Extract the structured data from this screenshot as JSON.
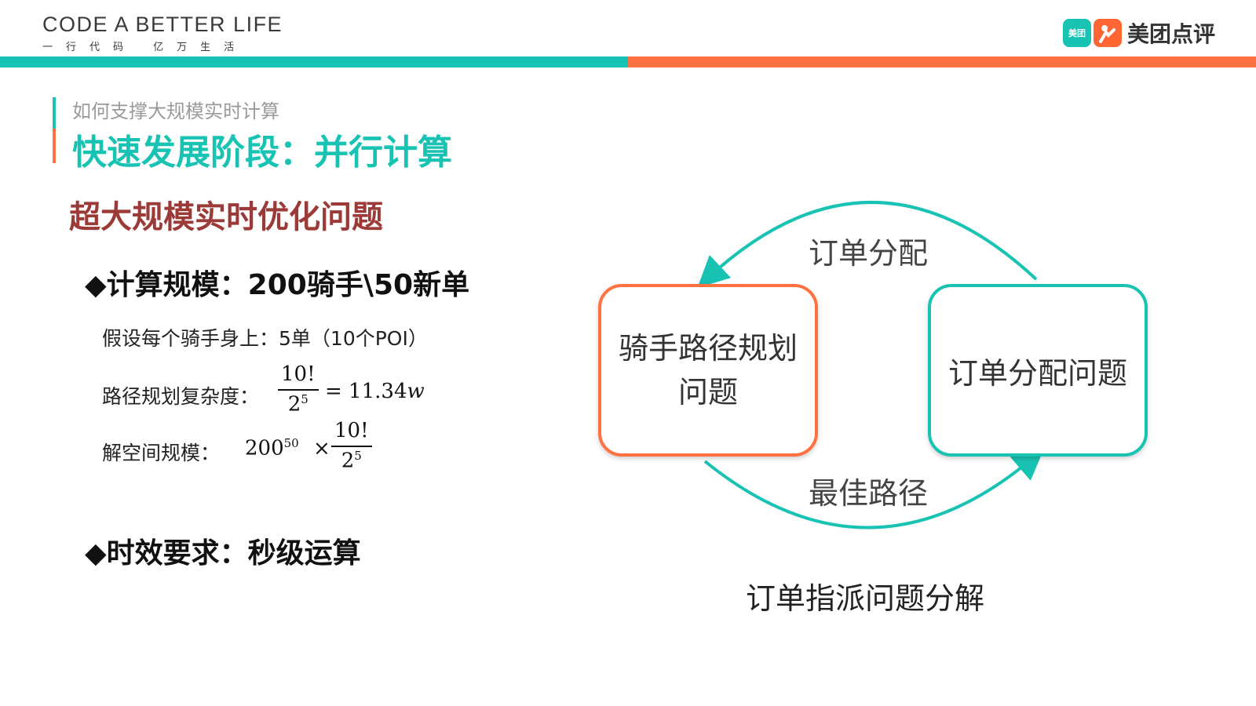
{
  "header": {
    "brand": "CODE A BETTER LIFE",
    "brand_sub": "一行代码 亿万生活",
    "logo_meituan": "美团",
    "logo_text": "美团点评",
    "colors": {
      "teal": "#19c3b3",
      "orange": "#ff7140",
      "heading_red": "#9b3a37"
    }
  },
  "slide": {
    "subtitle": "如何支撑大规模实时计算",
    "title": "快速发展阶段：并行计算",
    "heading": "超大规模实时优化问题",
    "bullet1": "◆计算规模：200骑手\\50新单",
    "line1": "假设每个骑手身上：5单（10个POI）",
    "line2_label": "路径规划复杂度：",
    "line3_label": "解空间规模：",
    "formula": {
      "frac_num": "10!",
      "frac_den_base": "2",
      "frac_den_exp": "5",
      "equals": "= 11.34",
      "equals_unit": "w",
      "base": "200",
      "base_exp": "50",
      "times": "×"
    },
    "bullet2": "◆时效要求：秒级运算"
  },
  "diagram": {
    "left_box": "骑手路径规划问题",
    "right_box": "订单分配问题",
    "top_arrow_label": "订单分配",
    "bottom_arrow_label": "最佳路径",
    "caption": "订单指派问题分解"
  }
}
